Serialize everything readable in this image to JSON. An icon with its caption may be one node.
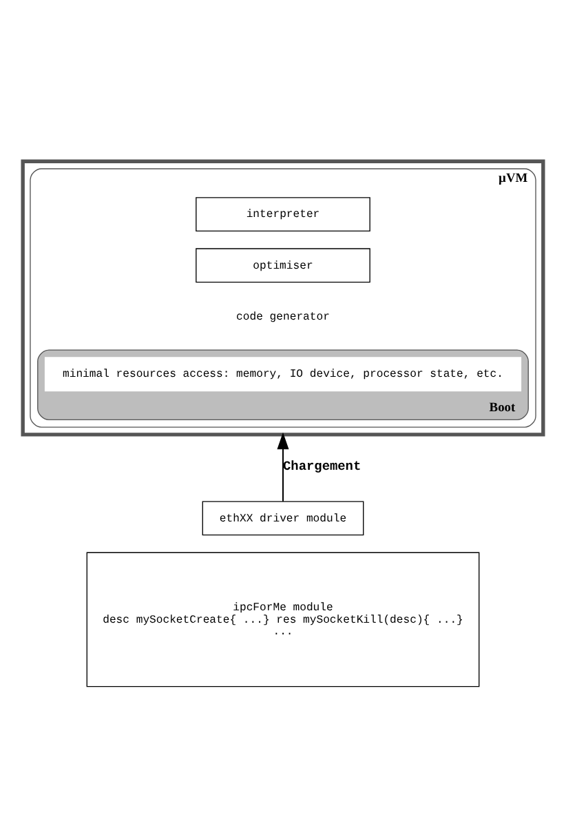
{
  "diagram": {
    "nodes": [
      {
        "text": [],
        "shape": "box"
      },
      {
        "text": [
          "µVM"
        ],
        "in": 0
      },
      {
        "text": [
          "interpreter"
        ],
        "in": 1
      },
      {
        "text": [
          "optimiser"
        ],
        "in": 1
      },
      {
        "text": [
          "code generator"
        ],
        "in": 1
      },
      {
        "text": [
          "Boot"
        ],
        "in": 1
      },
      {
        "text": [
          "minimal resources access: memory, IO device, processor state, etc."
        ],
        "in": 5
      },
      {
        "text": [
          "ethXX driver module"
        ]
      },
      {
        "text": [
          "ipcForMe module",
          "desc mySocketCreate{ ...} res mySocketKill(desc){ ...}",
          "..."
        ]
      }
    ],
    "edges": [
      {
        "from": 7,
        "to": 0,
        "arrow": "to",
        "label": "Chargement"
      }
    ]
  }
}
